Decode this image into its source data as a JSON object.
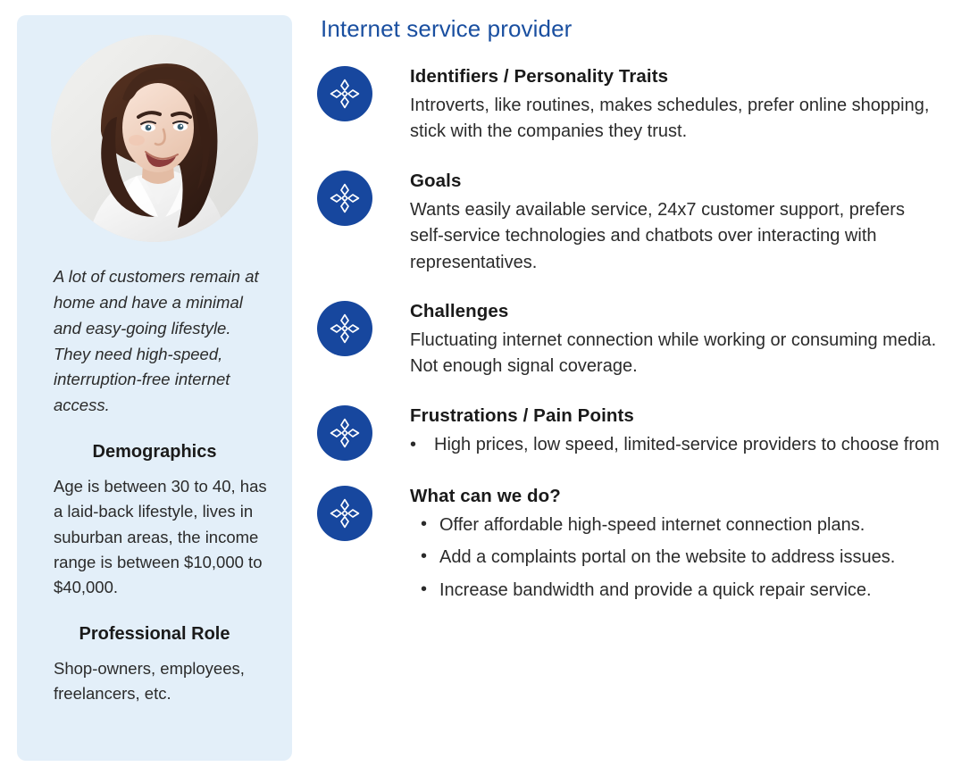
{
  "theme": {
    "card_background": "#e3eff9",
    "accent_blue": "#17479e",
    "title_blue": "#1a4fa0",
    "text_color": "#2b2b2b",
    "page_background": "#ffffff"
  },
  "persona": {
    "avatar_alt": "Portrait photo of smiling woman with long curly brown hair wearing a white shirt",
    "intro": "A lot of customers remain at home and have a minimal and easy-going lifestyle. They need high-speed, interruption-free internet access.",
    "sections": [
      {
        "heading": "Demographics",
        "body": "Age is between 30 to 40, has a laid-back lifestyle, lives in suburban areas, the income range is between $10,000 to $40,000."
      },
      {
        "heading": "Professional Role",
        "body": "Shop-owners, employees, freelancers, etc."
      }
    ]
  },
  "main": {
    "title": "Internet service provider",
    "icon_name": "four-diamond-compass-icon",
    "sections": [
      {
        "title": "Identifiers / Personality Traits",
        "type": "paragraph",
        "body": "Introverts, like routines, makes schedules, prefer online shopping, stick with the companies they trust."
      },
      {
        "title": "Goals",
        "type": "paragraph",
        "body": "Wants easily available service, 24x7 customer support, prefers self-service technologies and chatbots over interacting with representatives."
      },
      {
        "title": "Challenges",
        "type": "paragraph",
        "body": "Fluctuating internet connection while working or consuming media. Not enough signal coverage."
      },
      {
        "title": "Frustrations / Pain Points",
        "type": "inline-bullet",
        "bullet_char": "•",
        "body": "High prices, low speed, limited-service providers to choose from"
      },
      {
        "title": "What can we do?",
        "type": "list",
        "items": [
          "Offer affordable high-speed internet connection plans.",
          "Add a complaints portal on the website to address issues.",
          "Increase bandwidth and provide a quick repair service."
        ]
      }
    ]
  }
}
